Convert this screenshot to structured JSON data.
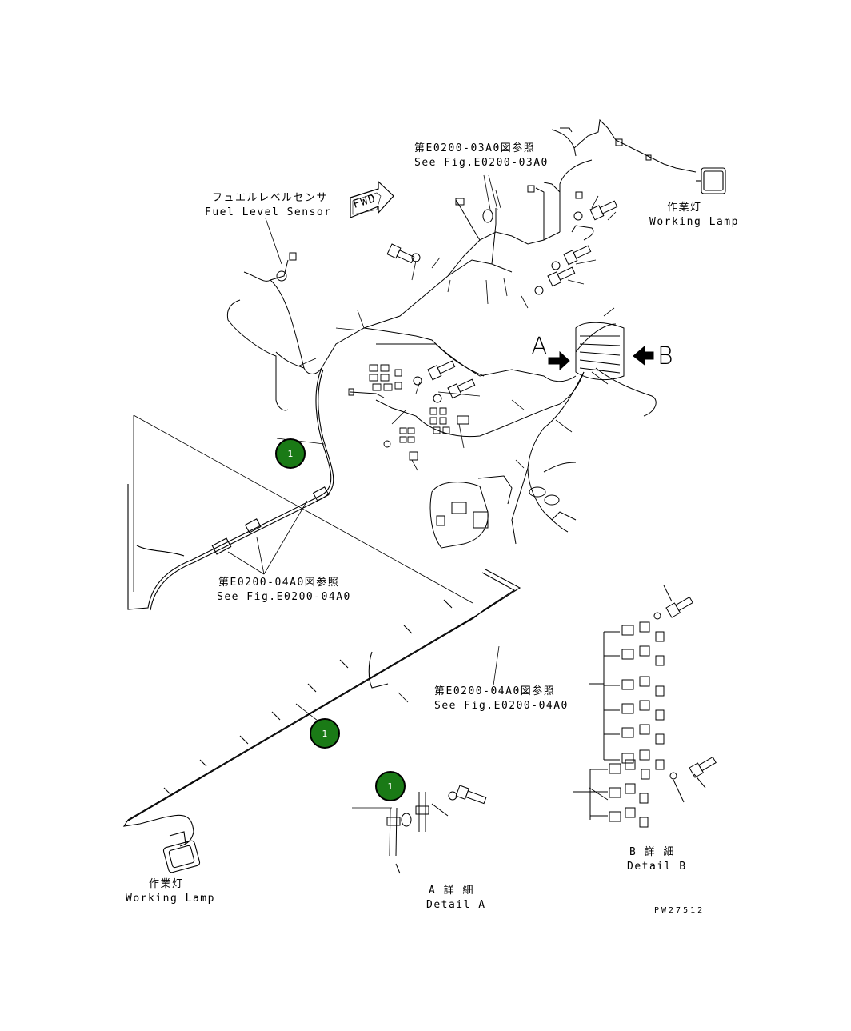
{
  "labels": {
    "fig03_jp": "第E0200-03A0図参照",
    "fig03_en": "See Fig.E0200-03A0",
    "fuel_jp": "フュエルレベルセンサ",
    "fuel_en": "Fuel Level Sensor",
    "lamp_top_jp": "作業灯",
    "lamp_top_en": "Working Lamp",
    "fig04_left_jp": "第E0200-04A0図参照",
    "fig04_left_en": "See Fig.E0200-04A0",
    "fig04_right_jp": "第E0200-04A0図参照",
    "fig04_right_en": "See Fig.E0200-04A0",
    "lamp_bottom_jp": "作業灯",
    "lamp_bottom_en": "Working Lamp",
    "detailA_jp": "A 詳 細",
    "detailA_en": "Detail A",
    "detailB_jp": "B 詳 細",
    "detailB_en": "Detail B",
    "fwd": "FWD",
    "view_a": "A",
    "view_b": "B",
    "drawing_no": "PW27512"
  },
  "callouts": {
    "c1": "1",
    "c2": "1",
    "c3": "1"
  },
  "colors": {
    "callout_fill": "#1a7a16",
    "line": "#000000"
  }
}
